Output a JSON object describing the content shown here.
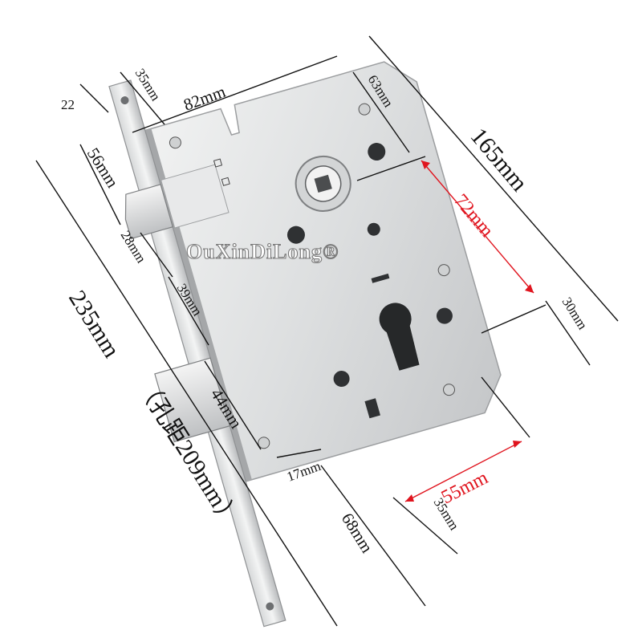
{
  "watermark": "OuXinDiLong®",
  "dimensions": {
    "body_width": "82mm",
    "backset_top": "35mm",
    "faceplate_width": "22",
    "latch_top": "56mm",
    "latch_height": "28mm",
    "latch_gap": "39mm",
    "deadbolt_length": "44mm",
    "deadbolt_throw": "17mm",
    "bottom_length": "68mm",
    "backset_bottom": "35mm",
    "cylinder_spacing": "55mm",
    "overall_length": "235mm",
    "hole_spacing": "（孔距209mm）",
    "case_height": "165mm",
    "spindle_to_cylinder": "72mm",
    "spindle_offset": "63mm",
    "cylinder_bottom": "30mm"
  },
  "colors": {
    "accent_red": "#e0141e",
    "steel_light": "#e9eaea",
    "steel_dark": "#a7a9ab"
  }
}
